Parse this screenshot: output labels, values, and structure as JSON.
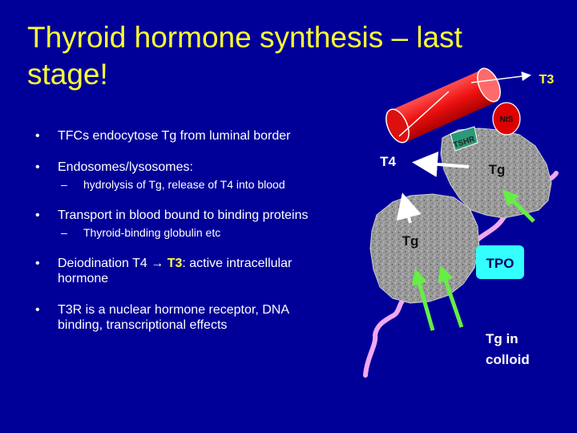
{
  "slide": {
    "title": "Thyroid hormone synthesis – last stage!",
    "bullets": [
      {
        "text": "TFCs endocytose Tg from luminal border"
      },
      {
        "text": "Endosomes/lysosomes:",
        "sub": [
          "hydrolysis of Tg, release of T4 into blood"
        ]
      },
      {
        "text": "Transport in blood bound to binding proteins",
        "sub": [
          "Thyroid-binding globulin etc"
        ]
      },
      {
        "text_before": "Deiodination T4 ",
        "arrow": "→",
        "highlight": "T3",
        "text_after": ": active intracellular hormone"
      },
      {
        "text": "T3R is a nuclear hormone receptor, DNA binding, transcriptional effects"
      }
    ]
  },
  "diagram": {
    "labels": {
      "t3": "T3",
      "t4": "T4",
      "nis": "NIS",
      "tshr": "TSHR",
      "tg_upper": "Tg",
      "tg_lower": "Tg",
      "tpo": "TPO",
      "colloid_line1": "Tg in",
      "colloid_line2": "colloid"
    },
    "colors": {
      "background": "#000099",
      "title": "#ffff33",
      "vessel": "#ff1a1a",
      "nis": "#dd0000",
      "tshr": "#2a9a7a",
      "tpo_box": "#33ffff",
      "arrow_green": "#66ee44",
      "colloid_line": "#f0a8f0",
      "cell": "#9a9a9a"
    }
  }
}
